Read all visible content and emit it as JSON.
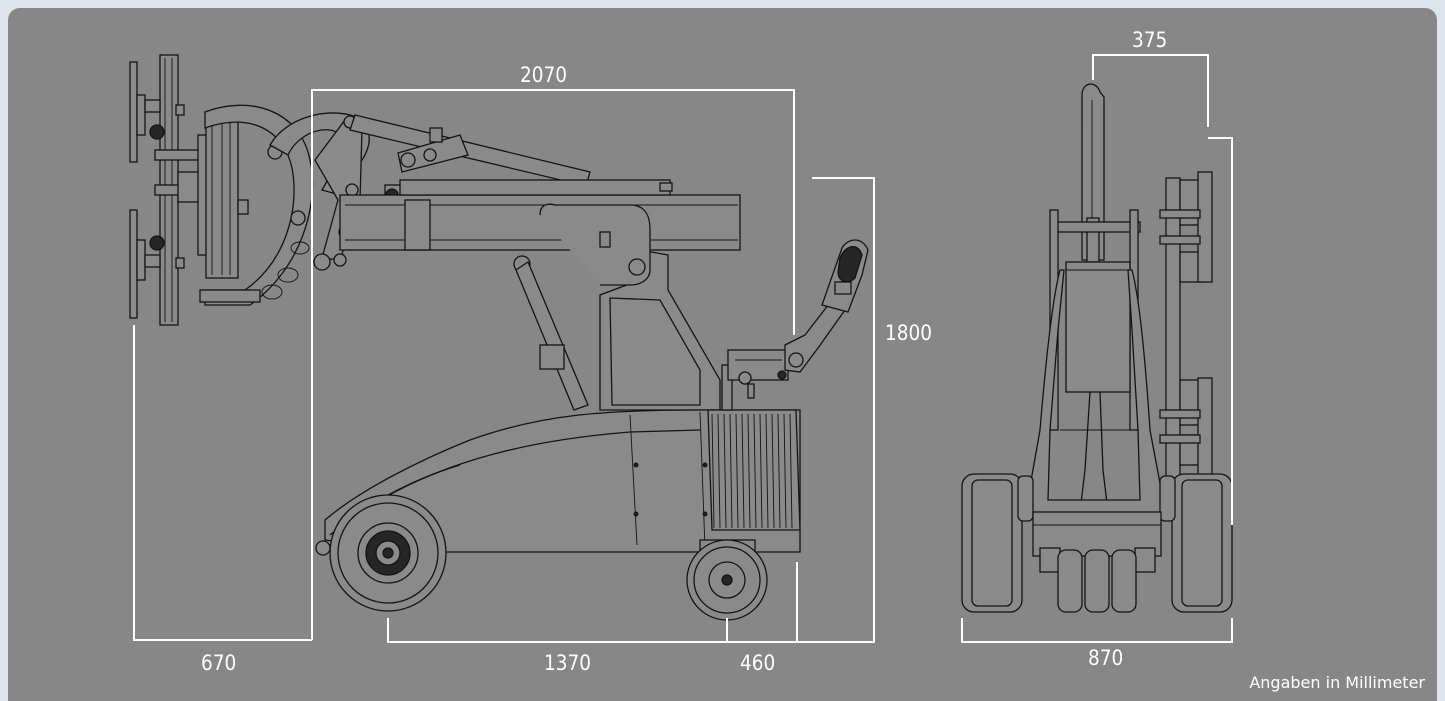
{
  "diagram": {
    "dimensions": {
      "overall_length": "2070",
      "front_overhang": "670",
      "wheelbase": "1370",
      "rear_offset": "460",
      "height": "1800",
      "top_width": "375",
      "track_width": "870"
    },
    "units_note": "Angaben in Millimeter"
  }
}
